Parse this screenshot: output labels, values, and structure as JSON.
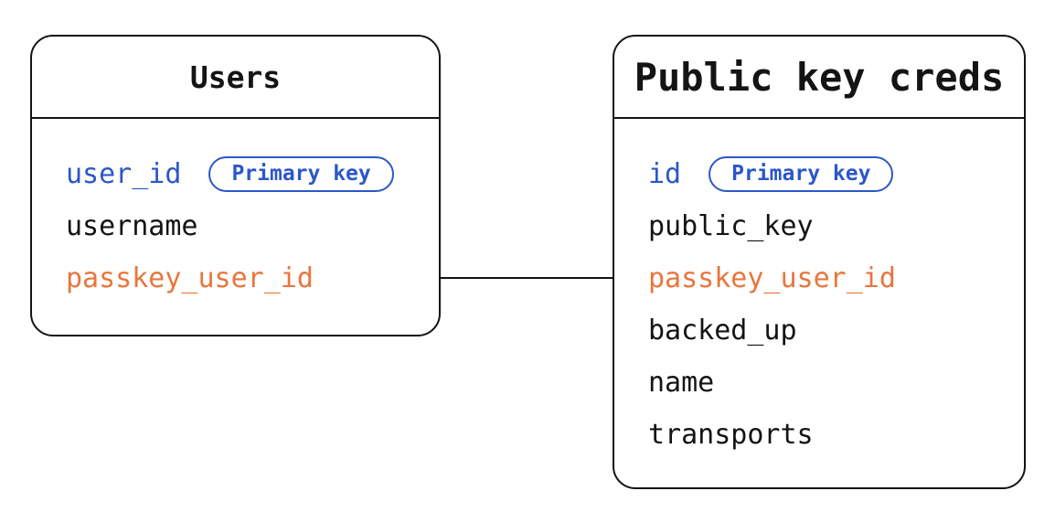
{
  "diagram": {
    "tables": [
      {
        "name": "Users",
        "fields": [
          {
            "name": "user_id",
            "role": "primary",
            "badge": "Primary key"
          },
          {
            "name": "username",
            "role": "normal"
          },
          {
            "name": "passkey_user_id",
            "role": "foreign"
          }
        ]
      },
      {
        "name": "Public key creds",
        "fields": [
          {
            "name": "id",
            "role": "primary",
            "badge": "Primary key"
          },
          {
            "name": "public_key",
            "role": "normal"
          },
          {
            "name": "passkey_user_id",
            "role": "foreign"
          },
          {
            "name": "backed_up",
            "role": "normal"
          },
          {
            "name": "name",
            "role": "normal"
          },
          {
            "name": "transports",
            "role": "normal"
          }
        ]
      }
    ],
    "relationship": {
      "from": "Users.passkey_user_id",
      "to": "Public key creds.passkey_user_id"
    },
    "colors": {
      "primary_blue": "#2B57C8",
      "foreign_orange": "#E8763D",
      "line_black": "#141414"
    }
  }
}
